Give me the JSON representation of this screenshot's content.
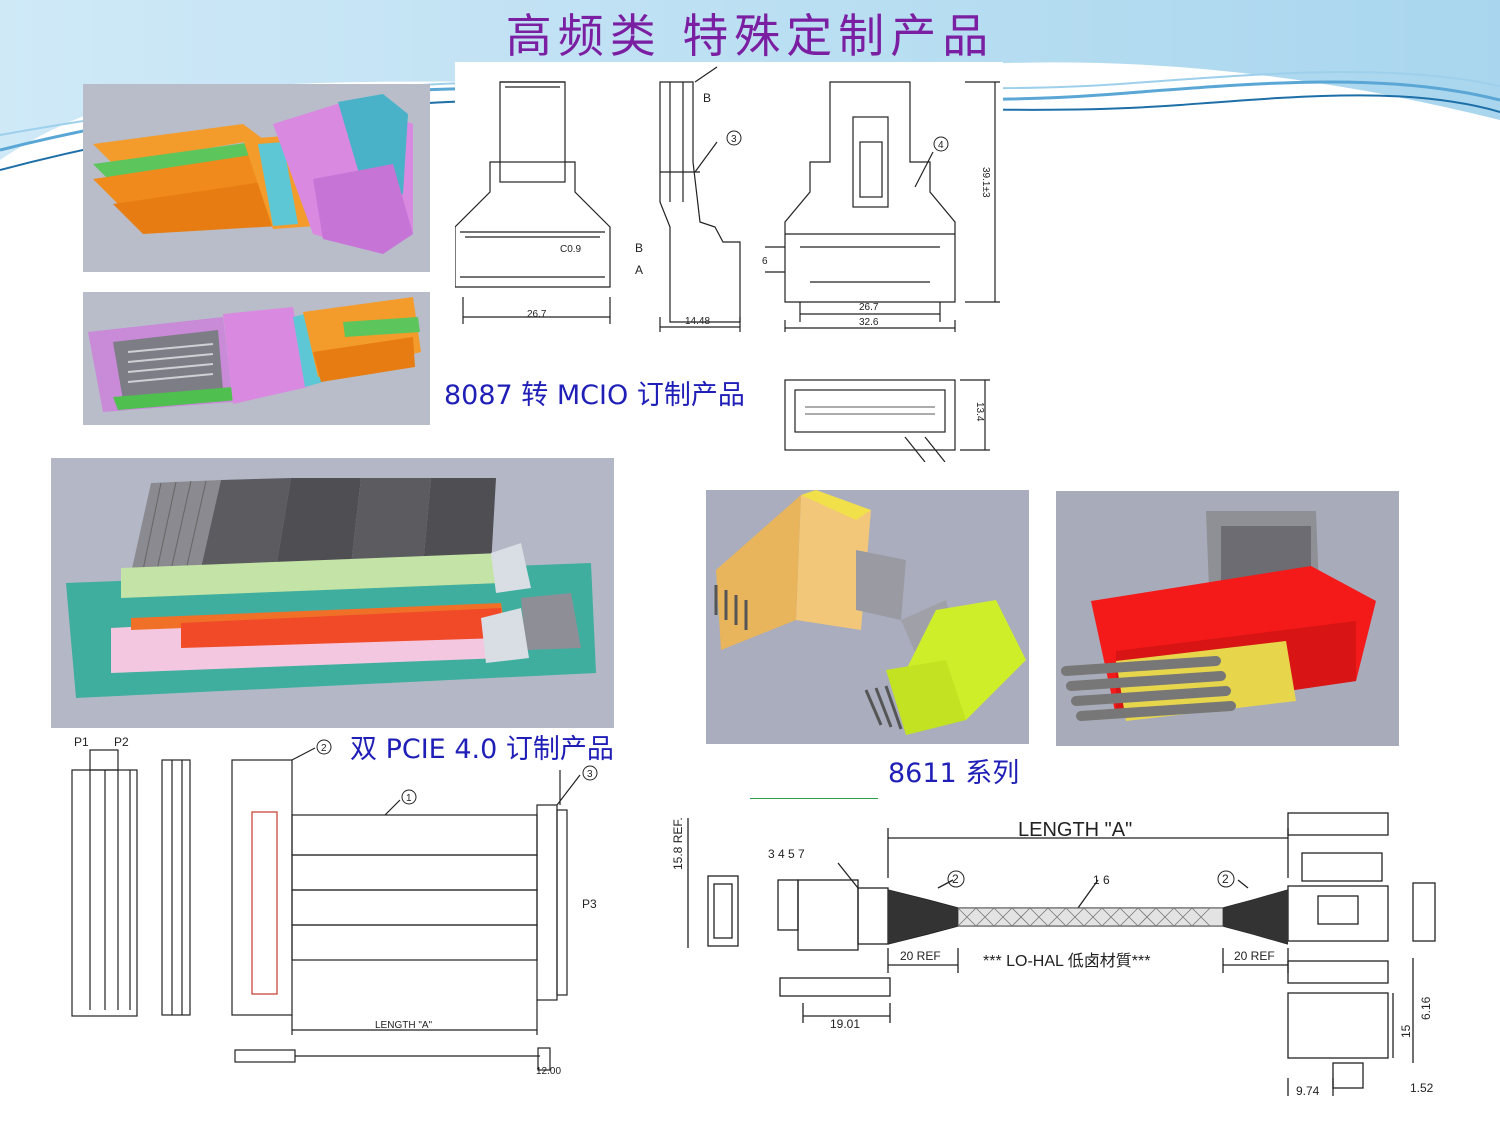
{
  "page": {
    "title": "高频类 特殊定制产品"
  },
  "captions": {
    "mcio": "8087 转 MCIO 订制产品",
    "pcie": "双 PCIE 4.0 订制产品",
    "series": "8611 系列"
  },
  "drawing_mcio": {
    "dim_26_7_a": "26.7",
    "dim_14_48": "14.48",
    "dim_26_7_b": "26.7",
    "dim_32_6": "32.6",
    "dim_39": "39.1±3",
    "dim_6": "6",
    "dim_13_4": "13.4",
    "chamfer": "C0.9",
    "label_b_top": "B",
    "label_b": "B",
    "label_a": "A",
    "callout_3": "3",
    "callout_4": "4"
  },
  "drawing_pcie": {
    "p1": "P1",
    "p2": "P2",
    "p3": "P3",
    "callout_1": "1",
    "callout_2": "2",
    "callout_3": "3",
    "length": "LENGTH \"A\"",
    "dim_12": "12.00"
  },
  "drawing_8611": {
    "length": "LENGTH \"A\"",
    "dim_15_8": "15.8 REF.",
    "callouts_left": "3 4 5 7",
    "callout_2a": "2",
    "callout_16": "1 6",
    "callout_2b": "2",
    "ref_20a": "20 REF",
    "ref_20b": "20 REF",
    "material": "*** LO-HAL 低卤材質***",
    "dim_19": "19.01",
    "dim_9_74": "9.74",
    "dim_1_52": "1.52",
    "dim_15": "15",
    "dim_6_16": "6.16"
  }
}
